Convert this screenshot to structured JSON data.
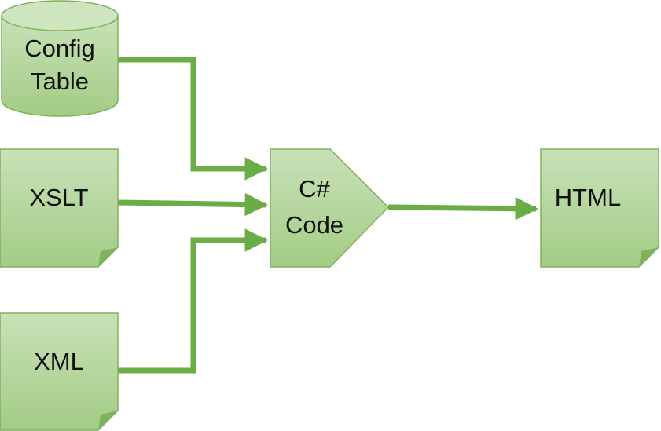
{
  "nodes": {
    "config_table": {
      "line1": "Config",
      "line2": "Table",
      "shape": "cylinder"
    },
    "xslt": {
      "label": "XSLT",
      "shape": "document"
    },
    "xml": {
      "label": "XML",
      "shape": "document"
    },
    "csharp_code": {
      "line1": "C#",
      "line2": "Code",
      "shape": "pentagon"
    },
    "html": {
      "label": "HTML",
      "shape": "document"
    }
  },
  "edges": [
    {
      "from": "Config Table",
      "to": "C# Code"
    },
    {
      "from": "XSLT",
      "to": "C# Code"
    },
    {
      "from": "XML",
      "to": "C# Code"
    },
    {
      "from": "C# Code",
      "to": "HTML"
    }
  ],
  "colors": {
    "fill_top": "#c9e1b7",
    "fill_bottom": "#a3cc86",
    "stroke": "#7fb25b",
    "arrow": "#6aac46",
    "text": "#111111"
  }
}
